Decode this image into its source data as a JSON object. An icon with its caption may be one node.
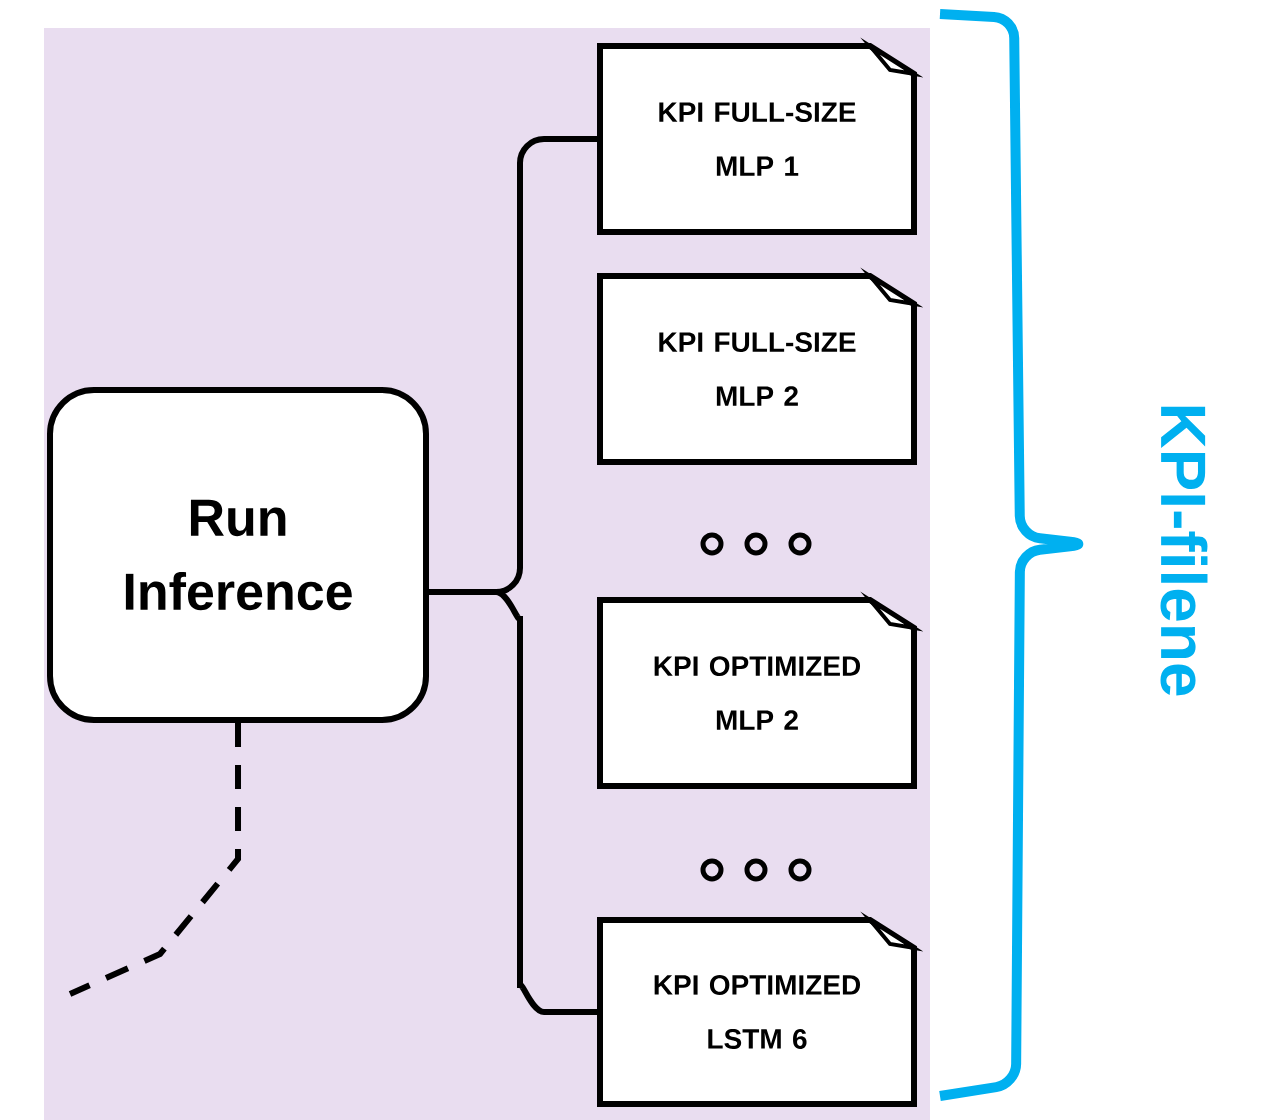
{
  "diagram": {
    "nodes": [
      {
        "text": [
          "Run Inference"
        ]
      },
      {
        "text": [
          "KPI FULL-SIZE MLP 1"
        ]
      },
      {
        "text": [
          "KPI FULL-SIZE MLP 2"
        ]
      },
      {
        "text": [
          "KPI OPTIMIZED MLP 2"
        ]
      },
      {
        "text": [
          "KPI OPTIMIZED LSTM 6"
        ]
      }
    ],
    "edges": [
      {
        "from": 0,
        "to": 1,
        "arrow": "none"
      },
      {
        "from": 0,
        "to": 4,
        "arrow": "none"
      },
      {
        "from": 0,
        "to": null,
        "arrow": "none",
        "style": "dashed"
      }
    ],
    "labels": [
      "KPI-filene"
    ]
  }
}
